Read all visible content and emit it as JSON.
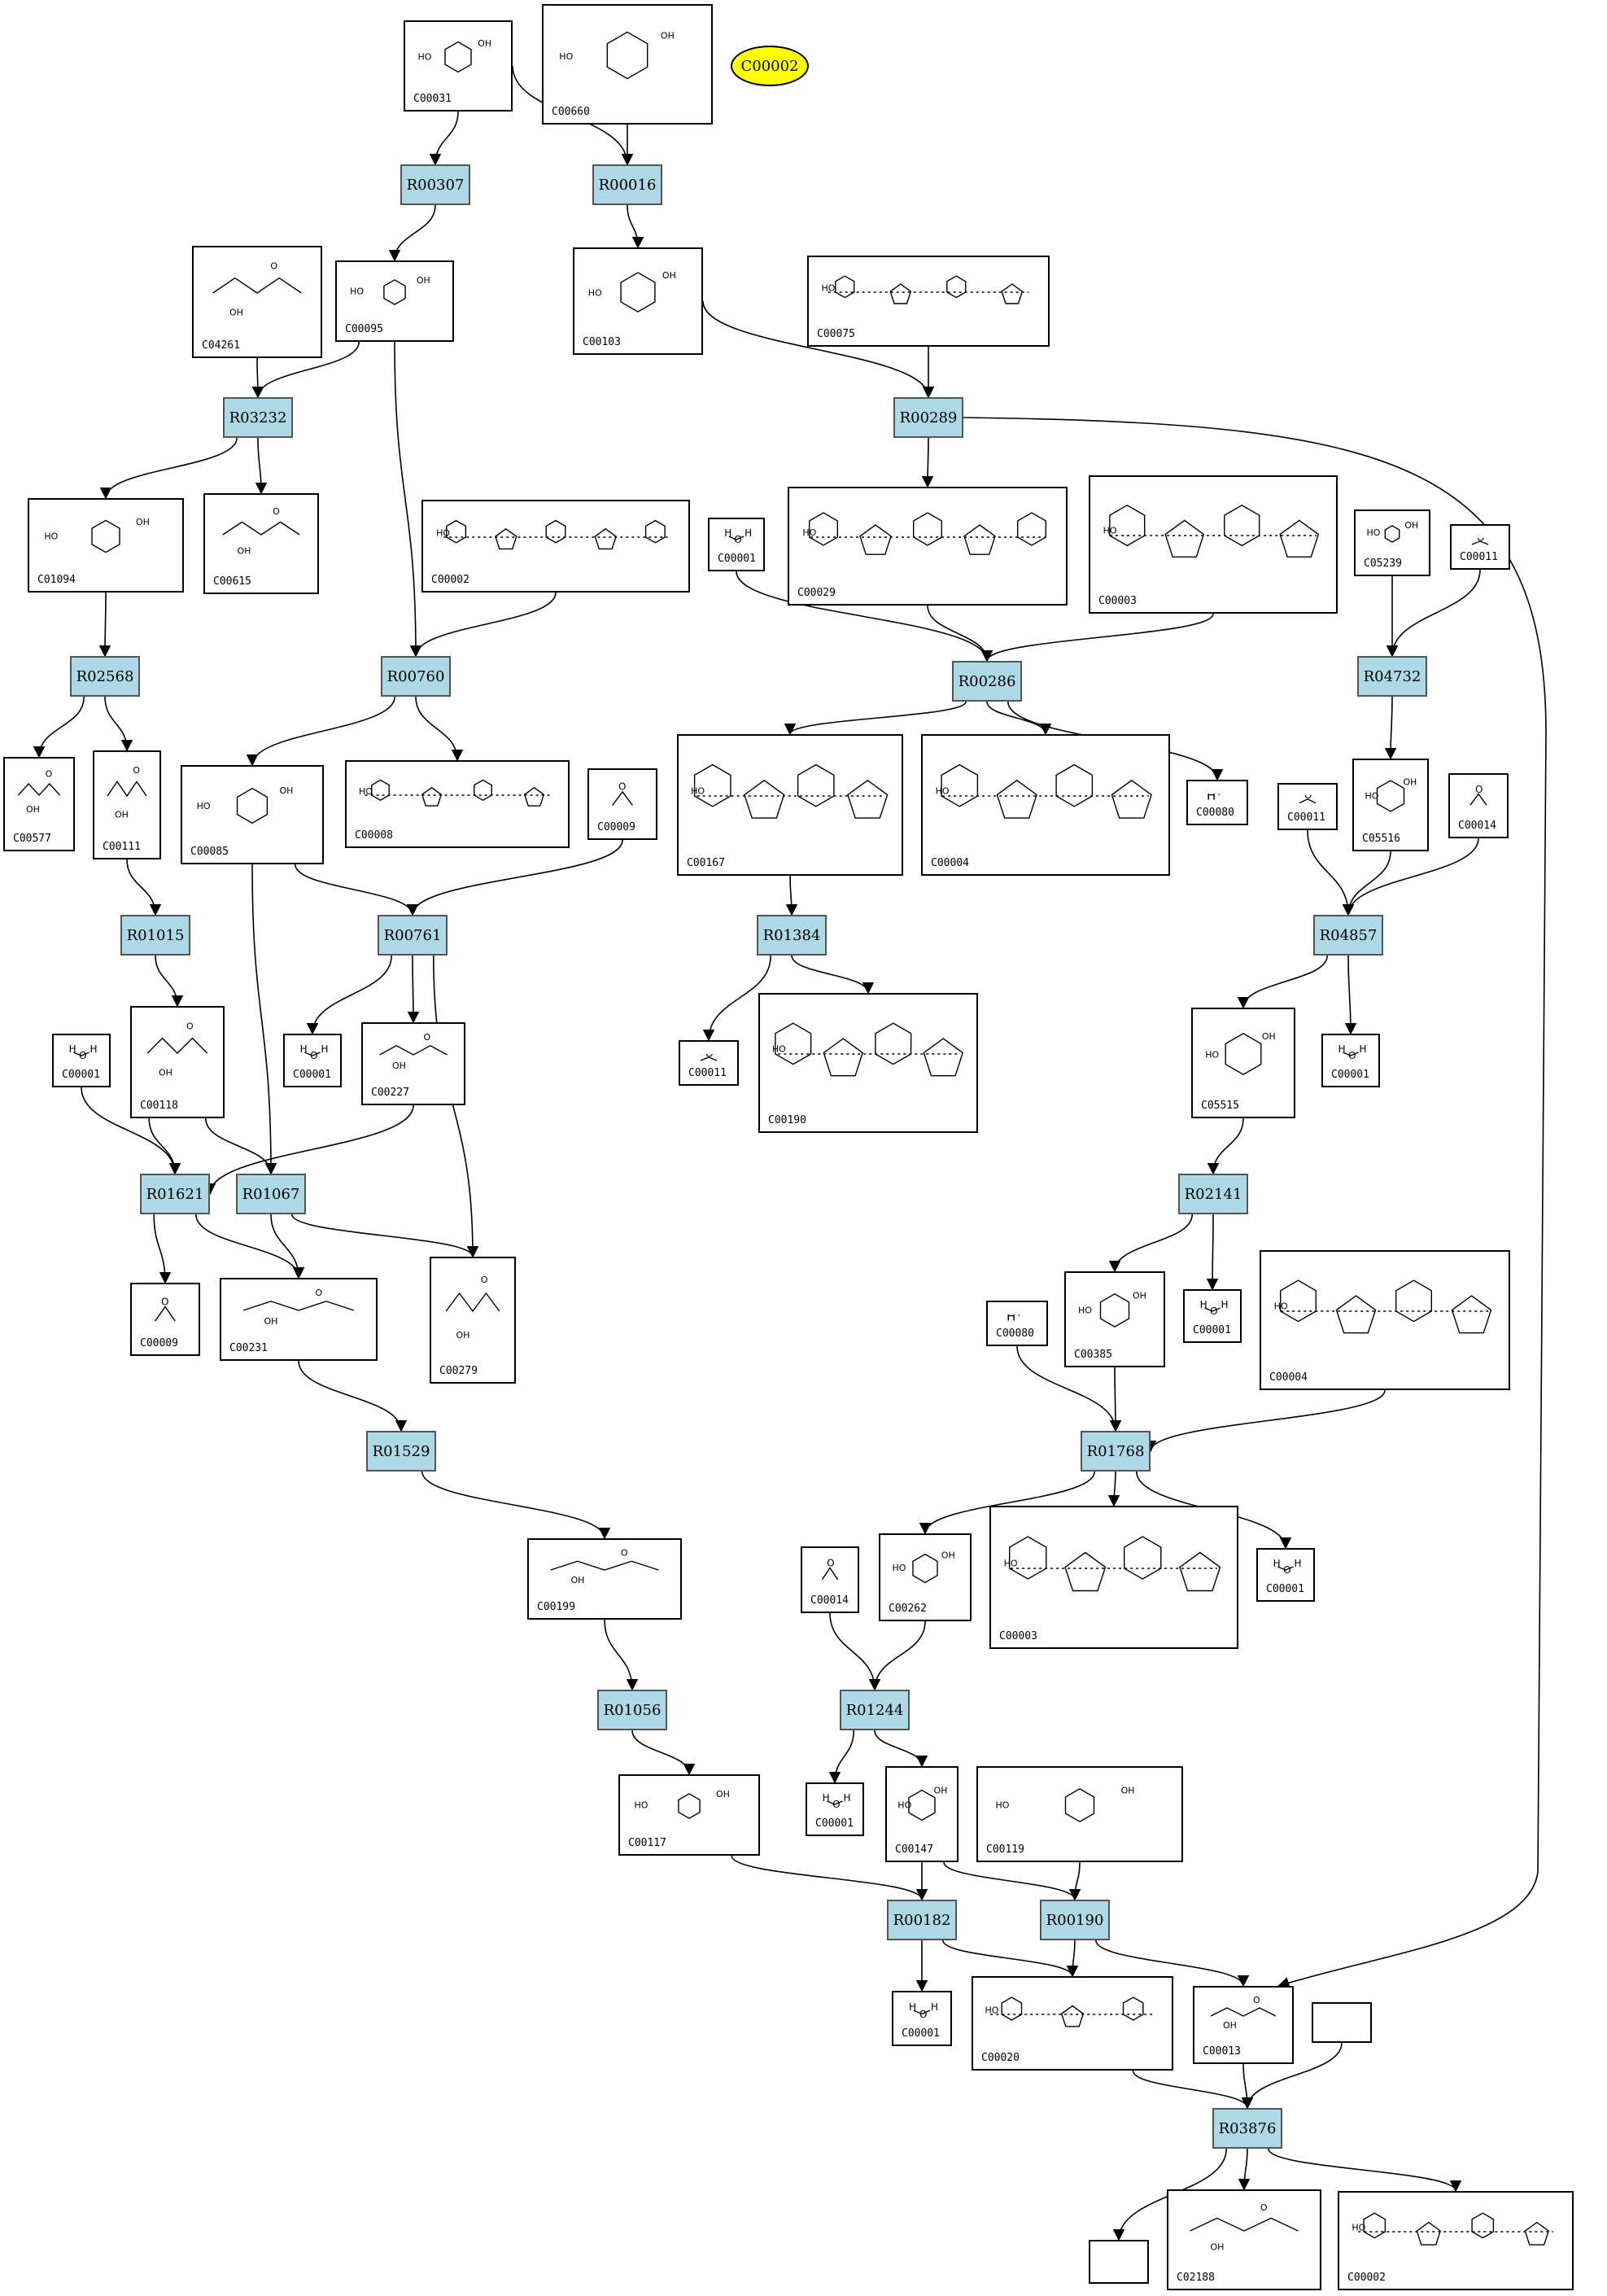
{
  "highlight": {
    "label": "C00002"
  },
  "compounds": {
    "C00031": {
      "id": "C00031",
      "kind": "ring"
    },
    "C00660": {
      "id": "C00660",
      "kind": "ring"
    },
    "C04261": {
      "id": "C04261",
      "kind": "chain"
    },
    "C00095": {
      "id": "C00095",
      "kind": "ring"
    },
    "C00103": {
      "id": "C00103",
      "kind": "ring"
    },
    "C00075": {
      "id": "C00075",
      "kind": "nucleotide"
    },
    "C01094": {
      "id": "C01094",
      "kind": "ring"
    },
    "C00615": {
      "id": "C00615",
      "kind": "chain"
    },
    "C00002a": {
      "id": "C00002",
      "kind": "nucleotide"
    },
    "C00001a": {
      "id": "C00001",
      "kind": "water"
    },
    "C00029": {
      "id": "C00029",
      "kind": "nucleotide"
    },
    "C00003a": {
      "id": "C00003",
      "kind": "nucleotide"
    },
    "C05239": {
      "id": "C05239",
      "kind": "ring"
    },
    "C00011a": {
      "id": "C00011",
      "kind": "small"
    },
    "C00577": {
      "id": "C00577",
      "kind": "chain"
    },
    "C00111": {
      "id": "C00111",
      "kind": "chain"
    },
    "C00085": {
      "id": "C00085",
      "kind": "ring"
    },
    "C00008": {
      "id": "C00008",
      "kind": "nucleotide"
    },
    "C00009a": {
      "id": "C00009",
      "kind": "small"
    },
    "C00167": {
      "id": "C00167",
      "kind": "nucleotide"
    },
    "C00004a": {
      "id": "C00004",
      "kind": "nucleotide"
    },
    "C00080a": {
      "id": "C00080",
      "label": "H⁺",
      "kind": "ion"
    },
    "C00011b": {
      "id": "C00011",
      "kind": "small"
    },
    "C05516": {
      "id": "C05516",
      "kind": "ring"
    },
    "C00014a": {
      "id": "C00014",
      "kind": "small"
    },
    "C00001b": {
      "id": "C00001",
      "kind": "water"
    },
    "C00118": {
      "id": "C00118",
      "kind": "chain"
    },
    "C00001c": {
      "id": "C00001",
      "kind": "water"
    },
    "C00227": {
      "id": "C00227",
      "kind": "chain"
    },
    "C00011c": {
      "id": "C00011",
      "kind": "small"
    },
    "C00190": {
      "id": "C00190",
      "kind": "nucleotide"
    },
    "C05515": {
      "id": "C05515",
      "kind": "ring"
    },
    "C00001d": {
      "id": "C00001",
      "kind": "water"
    },
    "C00009b": {
      "id": "C00009",
      "kind": "small"
    },
    "C00231": {
      "id": "C00231",
      "kind": "chain"
    },
    "C00279": {
      "id": "C00279",
      "kind": "chain"
    },
    "C00385": {
      "id": "C00385",
      "kind": "ring"
    },
    "C00001e": {
      "id": "C00001",
      "kind": "water"
    },
    "C00004b": {
      "id": "C00004",
      "kind": "nucleotide"
    },
    "C00080b": {
      "id": "C00080",
      "label": "H⁺",
      "kind": "ion"
    },
    "C00199": {
      "id": "C00199",
      "kind": "chain"
    },
    "C00014b": {
      "id": "C00014",
      "kind": "small"
    },
    "C00262": {
      "id": "C00262",
      "kind": "ring"
    },
    "C00003b": {
      "id": "C00003",
      "kind": "nucleotide"
    },
    "C00001f": {
      "id": "C00001",
      "kind": "water"
    },
    "C00117": {
      "id": "C00117",
      "kind": "ring"
    },
    "C00001g": {
      "id": "C00001",
      "kind": "water"
    },
    "C00147": {
      "id": "C00147",
      "kind": "ring"
    },
    "C00119": {
      "id": "C00119",
      "kind": "ring"
    },
    "C00001h": {
      "id": "C00001",
      "kind": "water"
    },
    "C00020": {
      "id": "C00020",
      "kind": "nucleotide"
    },
    "C00013": {
      "id": "C00013",
      "kind": "chain"
    },
    "BLANK1": {
      "id": "",
      "kind": "empty"
    },
    "BLANK2": {
      "id": "",
      "kind": "empty"
    },
    "C02188": {
      "id": "C02188",
      "kind": "chain"
    },
    "C00002b": {
      "id": "C00002",
      "kind": "nucleotide"
    }
  },
  "reactions": {
    "R00307": "R00307",
    "R00016": "R00016",
    "R03232": "R03232",
    "R00289": "R00289",
    "R02568": "R02568",
    "R00760": "R00760",
    "R00286": "R00286",
    "R04732": "R04732",
    "R01015": "R01015",
    "R00761": "R00761",
    "R01384": "R01384",
    "R04857": "R04857",
    "R01621": "R01621",
    "R01067": "R01067",
    "R02141": "R02141",
    "R01768": "R01768",
    "R01529": "R01529",
    "R01056": "R01056",
    "R01244": "R01244",
    "R00182": "R00182",
    "R00190": "R00190",
    "R03876": "R03876"
  }
}
